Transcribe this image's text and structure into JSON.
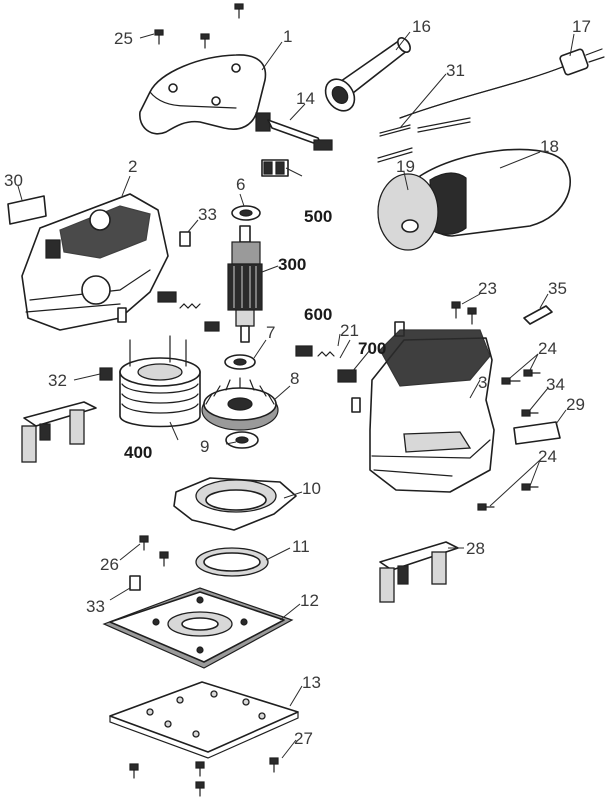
{
  "diagram": {
    "type": "exploded-parts-view",
    "labels": [
      {
        "id": "1",
        "text": "1"
      },
      {
        "id": "2",
        "text": "2"
      },
      {
        "id": "3",
        "text": "3"
      },
      {
        "id": "6",
        "text": "6"
      },
      {
        "id": "7",
        "text": "7"
      },
      {
        "id": "8",
        "text": "8"
      },
      {
        "id": "9",
        "text": "9"
      },
      {
        "id": "10",
        "text": "10"
      },
      {
        "id": "11",
        "text": "11"
      },
      {
        "id": "12",
        "text": "12"
      },
      {
        "id": "13",
        "text": "13"
      },
      {
        "id": "14",
        "text": "14"
      },
      {
        "id": "16",
        "text": "16"
      },
      {
        "id": "17",
        "text": "17"
      },
      {
        "id": "18",
        "text": "18"
      },
      {
        "id": "19",
        "text": "19"
      },
      {
        "id": "21",
        "text": "21"
      },
      {
        "id": "23",
        "text": "23"
      },
      {
        "id": "24a",
        "text": "24"
      },
      {
        "id": "24b",
        "text": "24"
      },
      {
        "id": "25",
        "text": "25"
      },
      {
        "id": "26",
        "text": "26"
      },
      {
        "id": "27",
        "text": "27"
      },
      {
        "id": "28",
        "text": "28"
      },
      {
        "id": "29",
        "text": "29"
      },
      {
        "id": "30",
        "text": "30"
      },
      {
        "id": "31",
        "text": "31"
      },
      {
        "id": "32",
        "text": "32"
      },
      {
        "id": "33a",
        "text": "33"
      },
      {
        "id": "33b",
        "text": "33"
      },
      {
        "id": "34",
        "text": "34"
      },
      {
        "id": "35",
        "text": "35"
      },
      {
        "id": "300",
        "text": "300"
      },
      {
        "id": "400",
        "text": "400"
      },
      {
        "id": "500",
        "text": "500"
      },
      {
        "id": "600",
        "text": "600"
      },
      {
        "id": "700",
        "text": "700"
      }
    ]
  }
}
